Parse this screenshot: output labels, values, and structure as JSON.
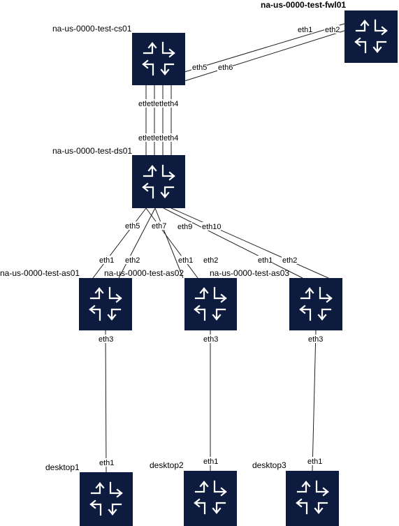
{
  "devices": {
    "fwl01": "na-us-0000-test-fwl01",
    "cs01": "na-us-0000-test-cs01",
    "ds01": "na-us-0000-test-ds01",
    "as01": "na-us-0000-test-as01",
    "as02": "na-us-0000-test-as02",
    "as03": "na-us-0000-test-as03",
    "desktop1": "desktop1",
    "desktop2": "desktop2",
    "desktop3": "desktop3"
  },
  "interfaces": {
    "fwl_eth1": "eth1",
    "fwl_eth2": "eth2",
    "cs_eth5": "eth5",
    "cs_eth6": "eth6",
    "cs_down_1": "eth1",
    "cs_down_2": "eth1",
    "cs_down_3": "eth1",
    "cs_down_4": "eth4",
    "ds_up_1": "eth1",
    "ds_up_2": "eth1",
    "ds_up_3": "eth1",
    "ds_up_4": "eth4",
    "ds_eth5": "eth5",
    "ds_eth7": "eth7",
    "ds_eth9": "eth9",
    "ds_eth10": "eth10",
    "as01_eth1": "eth1",
    "as01_eth2": "eth2",
    "as02_eth1": "eth1",
    "as02_eth2": "eth2",
    "as03_eth1": "eth1",
    "as03_eth2": "eth2",
    "as01_eth3": "eth3",
    "as02_eth3": "eth3",
    "as03_eth3": "eth3",
    "d1_eth1": "eth1",
    "d2_eth1": "eth1",
    "d3_eth1": "eth1"
  },
  "colors": {
    "node_fill": "#0d1b3e",
    "arrow": "#ffffff",
    "wire": "#1f1f1f"
  },
  "icons": {
    "node": "router-icon"
  }
}
